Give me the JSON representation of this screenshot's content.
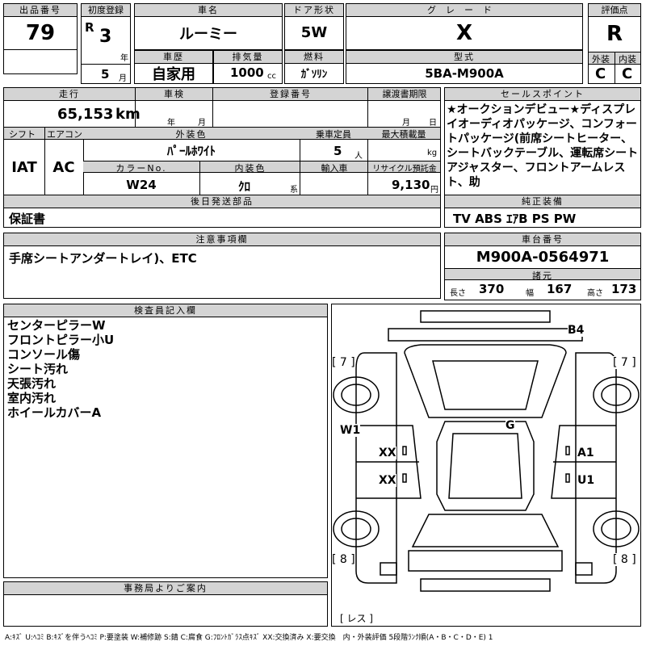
{
  "hdr": {
    "lot_label": "出品番号",
    "first_reg_label": "初度登録",
    "car_name_label": "車名",
    "door_label": "ドア形状",
    "grade_label": "グレード",
    "score_label": "評価点",
    "history_label": "車歴",
    "displacement_label": "排気量",
    "fuel_label": "燃料",
    "model_label": "型式",
    "exterior_label": "外装",
    "interior_label": "内装",
    "mileage_label": "走行",
    "inspection_label": "車検",
    "reg_no_label": "登録番号",
    "transfer_label": "譲渡書期限",
    "shift_label": "シフト",
    "ac_label": "エアコン",
    "ext_color_label": "外装色",
    "capacity_label": "乗車定員",
    "max_load_label": "最大積載量",
    "color_no_label": "カラーNo.",
    "int_color_label": "内装色",
    "import_label": "輸入車",
    "recycle_label": "リサイクル預託金",
    "later_parts_label": "後日発送部品",
    "selling_label": "セールスポイント",
    "equip_label": "純正装備",
    "notes_label": "注意事項欄",
    "chassis_label": "車台番号",
    "specs_label": "諸元",
    "inspector_label": "検査員記入欄",
    "office_label": "事務局よりご案内"
  },
  "lot_number": "79",
  "first_reg_era": "R",
  "first_reg_year": "3",
  "year_unit": "年",
  "first_reg_month": "5",
  "month_unit": "月",
  "car_name": "ルーミー",
  "doors": "5W",
  "grade": "X",
  "score": "R",
  "history": "自家用",
  "displacement": "1000",
  "displacement_unit": "cc",
  "fuel": "ｶﾞｿﾘﾝ",
  "model": "5BA-M900A",
  "exterior_grade": "C",
  "interior_grade": "C",
  "mileage": "65,153",
  "mileage_unit": "km",
  "year_label": "年",
  "month_label": "月",
  "day_label": "日",
  "shift": "IAT",
  "ac": "AC",
  "exterior_color": "ﾊﾟｰﾙﾎﾜｲﾄ",
  "capacity": "5",
  "capacity_unit": "人",
  "load_unit": "kg",
  "color_no": "W24",
  "interior_color": "ｸﾛ",
  "interior_unit": "系",
  "recycle_fee": "9,130",
  "yen": "円",
  "later_parts": "保証書",
  "selling_points": "★オークションデビュー★ディスプレイオーディオパッケージ、コンフォートパッケージ(前席シートヒーター、シートバックテーブル、運転席シートアジャスター、フロントアームレスト、助",
  "equipment": "TV ABS ｴｱB PS PW",
  "notes": "手席シートアンダートレイ)、ETC",
  "chassis_number": "M900A-0564971",
  "spec_length_label": "長さ",
  "spec_length": "370",
  "spec_width_label": "幅",
  "spec_width": "167",
  "spec_height_label": "高さ",
  "spec_height": "173",
  "inspector_notes": [
    "センターピラーW",
    "フロントピラー小U",
    "コンソール傷",
    "シート汚れ",
    "天張汚れ",
    "室内汚れ",
    "ホイールカバーA"
  ],
  "diagram_marks": {
    "b4": "B4",
    "g": "G",
    "w1": "W1",
    "a1": "A1",
    "u1": "U1",
    "xx1": "XX",
    "xx2": "XX",
    "tl": "[ 7 ]",
    "tr": "[ 7 ]",
    "bl": "[ 8 ]",
    "br": "[ 8 ]",
    "res": "[ レス ]"
  },
  "legend": "A:ｷｽﾞ U:ﾍｺﾐ B:ｷｽﾞを伴うﾍｺﾐ P:要塗装 W:補修跡 S:錆 C:腐食 G:ﾌﾛﾝﾄｶﾞﾗｽ点ｷｽﾞ XX:交換済み X:要交換　内・外装評価 5段階ﾗﾝｸ順(A・B・C・D・E) 1"
}
